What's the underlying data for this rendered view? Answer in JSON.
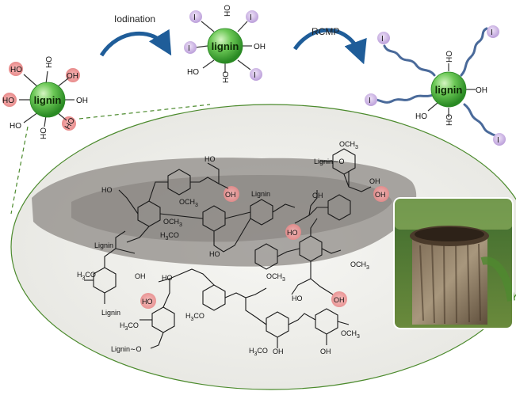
{
  "steps": {
    "step1": "Iodination",
    "step2": "RCMP"
  },
  "particle_label": "lignin",
  "groups": {
    "hydroxyl": "HO",
    "hydroxyl_right": "OH",
    "iodine": "I"
  },
  "structure": {
    "linker": "Lignin",
    "linker_o": "Lignin∼O",
    "methoxy_right": "OCH",
    "methoxy_left": "H",
    "methoxy_left_tail": "CO",
    "subscript_3": "3"
  },
  "colors": {
    "lignin_green": "#3fae3a",
    "hydroxyl_highlight": "#f2a3a3",
    "iodine_purple": "#cbb3e0",
    "arrow_blue": "#1f5d99",
    "chain_blue": "#4a6a9a",
    "ellipse_outline": "#4b8a2c"
  }
}
